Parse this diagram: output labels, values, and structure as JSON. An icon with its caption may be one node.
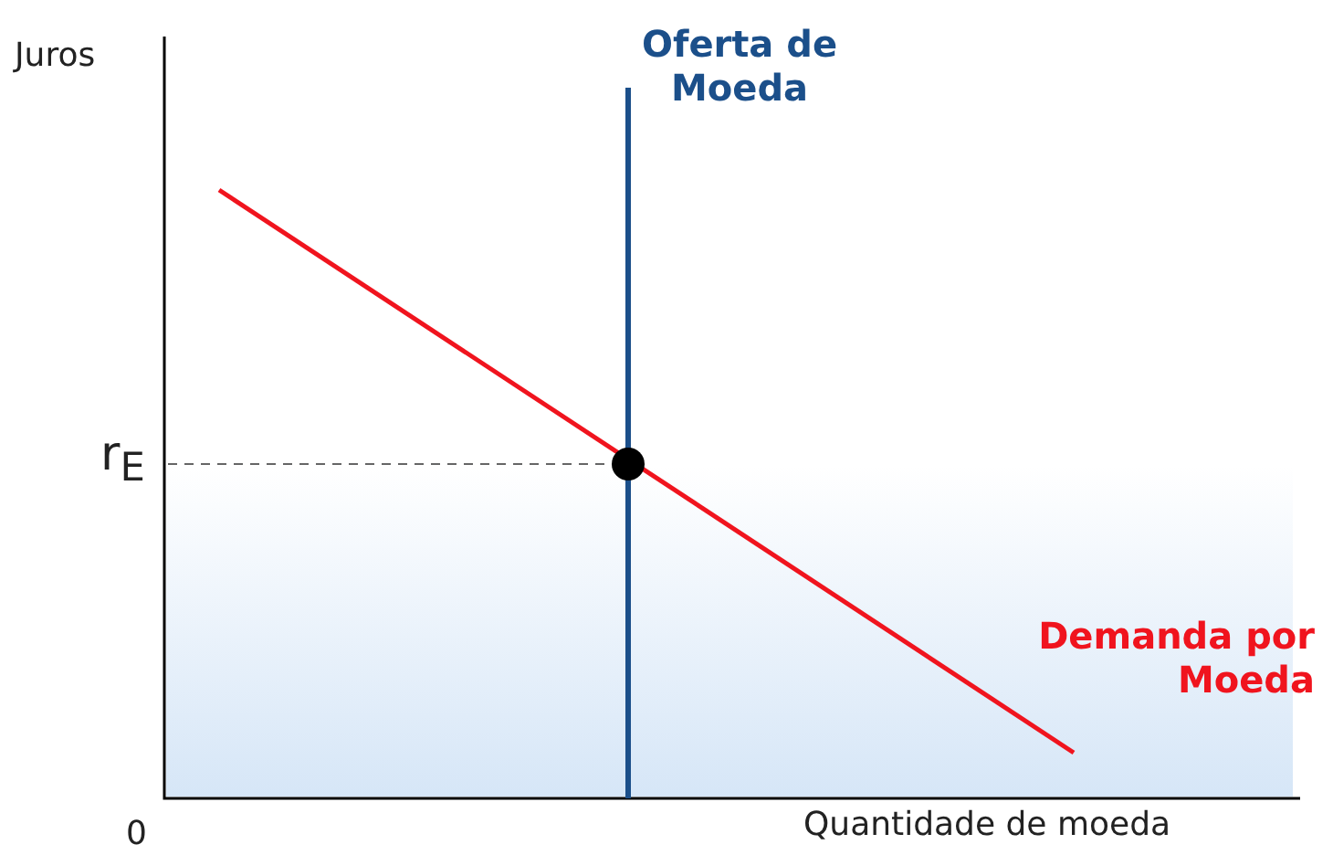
{
  "diagram": {
    "labels": [
      "Juros",
      "Oferta de Moeda",
      "r$_{E}$",
      "Demanda por Moeda",
      "0",
      "Quantidade de moeda"
    ]
  }
}
